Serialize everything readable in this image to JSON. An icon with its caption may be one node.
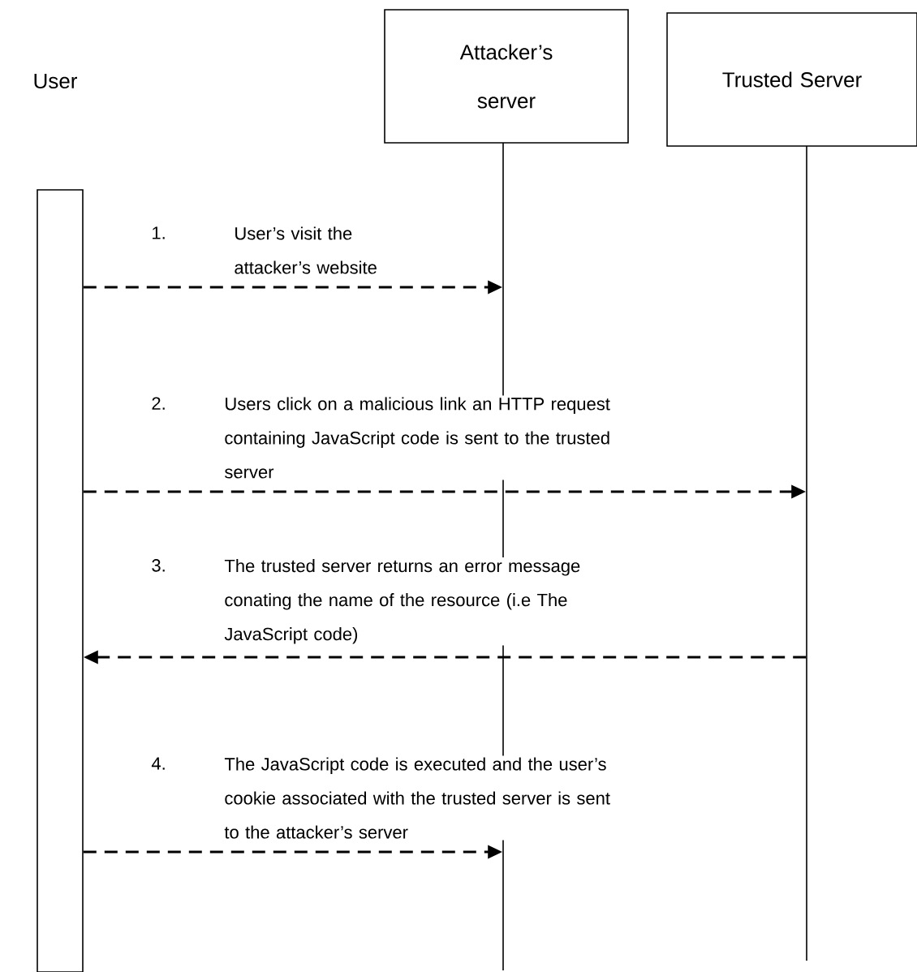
{
  "diagram": {
    "nodes": [
      {
        "text": [
          "User"
        ]
      },
      {
        "text": [
          "Attacker’s server"
        ]
      },
      {
        "text": [
          "Trusted Server"
        ]
      },
      {
        "text": [],
        "shape": "bar"
      },
      {
        "text": [],
        "shape": "line"
      },
      {
        "text": [],
        "shape": "line"
      }
    ],
    "edges": [
      {
        "from": 3,
        "to": 4,
        "arrow": "to",
        "style": "dashed",
        "label": "User’s visit the attacker’s website"
      },
      {
        "from": 3,
        "to": 5,
        "arrow": "to",
        "style": "dashed",
        "label": "Users click on a malicious link an HTTP request containing JavaScript code is sent to the trusted server"
      },
      {
        "from": 5,
        "to": 3,
        "arrow": "to",
        "style": "dashed",
        "label": "The trusted server returns an error message conating the name of the resource (i.e The JavaScript code)"
      },
      {
        "from": 3,
        "to": 4,
        "arrow": "to",
        "style": "dashed",
        "label": "The JavaScript code is executed and the user’s cookie associated with the trusted server is sent to the attacker’s server"
      }
    ],
    "labels": [
      "1.",
      "2.",
      "3.",
      "4."
    ]
  }
}
